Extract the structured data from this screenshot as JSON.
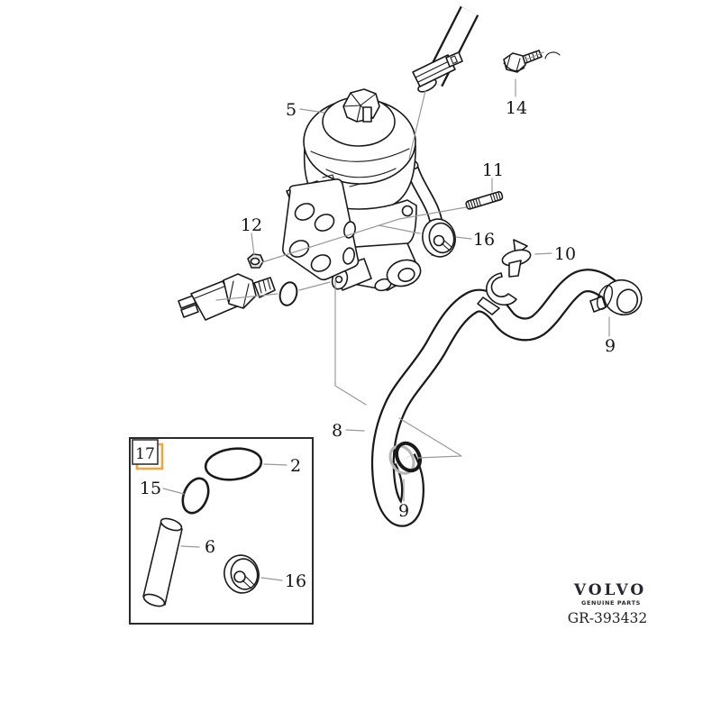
{
  "diagram": {
    "type": "exploded-parts-diagram",
    "subject": "oil filter housing, hoses and fittings",
    "callouts": {
      "part5": "5",
      "part14": "14",
      "part11": "11",
      "part12": "12",
      "part16_main": "16",
      "part10": "10",
      "part9_right": "9",
      "part8": "8",
      "part9_bottom": "9"
    },
    "inset": {
      "frame_label": "17",
      "callouts": {
        "part2": "2",
        "part15": "15",
        "part6": "6",
        "part16": "16"
      }
    },
    "footer": {
      "brand": "VOLVO",
      "tagline": "GENUINE PARTS",
      "drawing_number": "GR-393432"
    },
    "colors": {
      "ink": "#1a1a1a",
      "leader_gray": "#999999",
      "highlight_orange": "#f0a63c",
      "background": "#ffffff"
    }
  }
}
